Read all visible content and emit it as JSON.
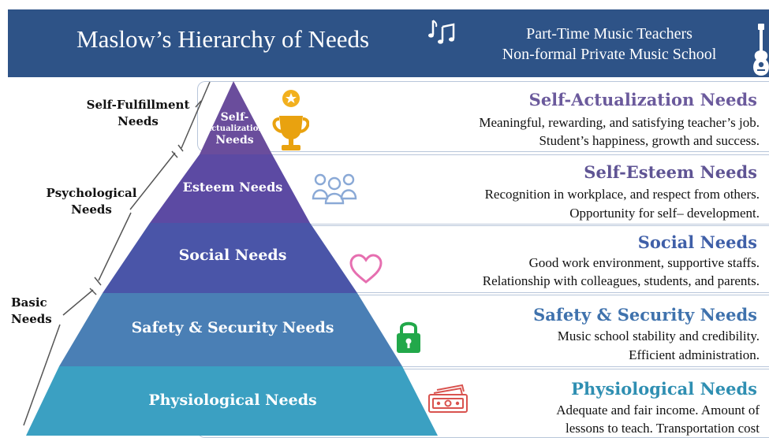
{
  "header": {
    "title": "Maslow’s Hierarchy of Needs",
    "subtitle_line1": "Part-Time Music Teachers",
    "subtitle_line2": "Non-formal Private Music School"
  },
  "pyramid": {
    "levels": [
      {
        "label_lines": [
          "Self-",
          "Actualization",
          "Needs"
        ],
        "color": "#6a4d9c"
      },
      {
        "label": "Esteem Needs",
        "color": "#5c4aa3"
      },
      {
        "label": "Social Needs",
        "color": "#4a55a8"
      },
      {
        "label": "Safety & Security Needs",
        "color": "#4a7fb5"
      },
      {
        "label": "Physiological Needs",
        "color": "#3ba0c2"
      }
    ]
  },
  "side_groups": [
    {
      "label_lines": [
        "Self-Fulfillment",
        "Needs"
      ]
    },
    {
      "label_lines": [
        "Psychological",
        "Needs"
      ]
    },
    {
      "label_lines": [
        "Basic",
        "Needs"
      ]
    }
  ],
  "cards": [
    {
      "title": "Self-Actualization Needs",
      "title_color": "#6b5a9c",
      "lines": [
        "Meaningful, rewarding, and satisfying teacher’s job.",
        "Student’s happiness, growth and success."
      ]
    },
    {
      "title": "Self-Esteem Needs",
      "title_color": "#5f5494",
      "lines": [
        "Recognition in workplace, and respect from others.",
        "Opportunity for self– development."
      ]
    },
    {
      "title": "Social Needs",
      "title_color": "#3f5fa8",
      "lines": [
        "Good work environment, supportive staffs.",
        "Relationship with colleagues, students, and parents."
      ]
    },
    {
      "title": "Safety & Security Needs",
      "title_color": "#3f72ad",
      "lines": [
        "Music school stability and credibility.",
        "Efficient administration."
      ]
    },
    {
      "title": "Physiological Needs",
      "title_color": "#2f8fb2",
      "lines": [
        "Adequate and fair income. Amount of",
        "lessons to teach. Transportation cost"
      ]
    }
  ],
  "icons": [
    "music-note-icon",
    "guitar-icon",
    "trophy-icon",
    "people-group-icon",
    "heart-icon",
    "padlock-icon",
    "money-icon"
  ]
}
